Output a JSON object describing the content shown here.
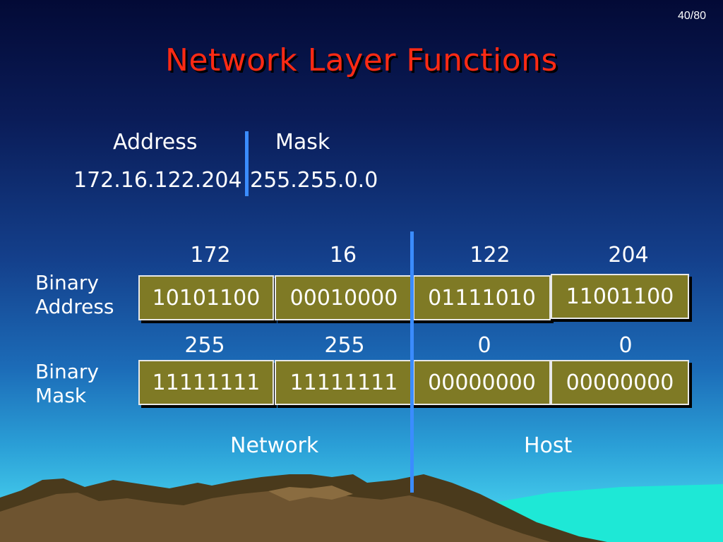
{
  "page_number": "40/80",
  "title": "Network Layer Functions",
  "address_header": "Address",
  "mask_header": "Mask",
  "address_value": "172.16.122.204",
  "mask_value": "255.255.0.0",
  "address_octets": [
    "172",
    "16",
    "122",
    "204"
  ],
  "mask_octets": [
    "255",
    "255",
    "0",
    "0"
  ],
  "binary_address_label": [
    "Binary",
    "Address"
  ],
  "binary_mask_label": [
    "Binary",
    "Mask"
  ],
  "binary_address": [
    "10101100",
    "00010000",
    "01111010",
    "11001100"
  ],
  "binary_mask": [
    "11111111",
    "11111111",
    "00000000",
    "00000000"
  ],
  "network_label": "Network",
  "host_label": "Host",
  "colors": {
    "title": "#ff2a14",
    "box_fill": "#7f7a25",
    "divider": "#3b8cff"
  }
}
